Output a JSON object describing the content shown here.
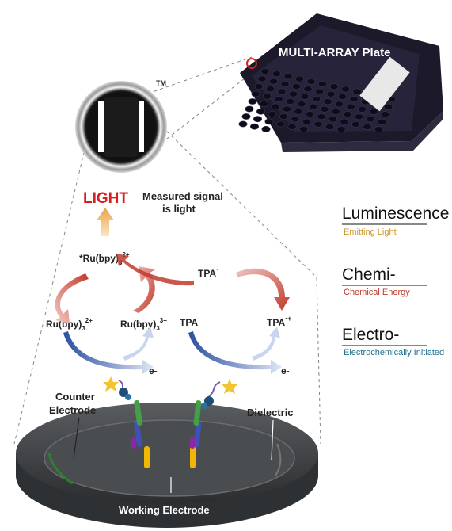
{
  "plate": {
    "title": "MULTI-ARRAY Plate",
    "trademark": "TM",
    "barcode_text": "‖‖ ‖ ‖‖‖ ‖ ‖‖ ‖‖‖ ‖"
  },
  "signal": {
    "light_label": "LIGHT",
    "measured_line1": "Measured signal",
    "measured_line2": "is light"
  },
  "cycle": {
    "excited_prefix": "*Ru(bpy)",
    "excited_sub": "3",
    "excited_sup": "2+",
    "ru2_prefix": "Ru(bpy)",
    "ru2_sub": "3",
    "ru2_sup": "2+",
    "ru3_prefix": "Ru(bpy)",
    "ru3_sub": "3",
    "ru3_sup": "3+",
    "tpa_radical": "TPA",
    "tpa_radical_sup": "·",
    "tpa": "TPA",
    "tpa_cation": "TPA",
    "tpa_cation_sup": "·+",
    "electron_left": "e-",
    "electron_right": "e-"
  },
  "legend": {
    "items": [
      {
        "title": "Luminescence",
        "subtitle": "Emitting Light",
        "color": "#c9962f"
      },
      {
        "title": "Chemi-",
        "subtitle": "Chemical Energy",
        "color": "#c0392b"
      },
      {
        "title": "Electro-",
        "subtitle": "Electrochemically Initiated",
        "color": "#1f6f8b"
      }
    ]
  },
  "electrode": {
    "counter_line1": "Counter",
    "counter_line2": "Electrode",
    "dielectric": "Dielectric",
    "working": "Working Electrode"
  },
  "colors": {
    "light_red": "#d42020",
    "arrow_red": "#c0392b",
    "arrow_blue": "#3a5fb0",
    "plate_dark": "#1c1a2a",
    "disk_dark": "#3a3d3f"
  }
}
